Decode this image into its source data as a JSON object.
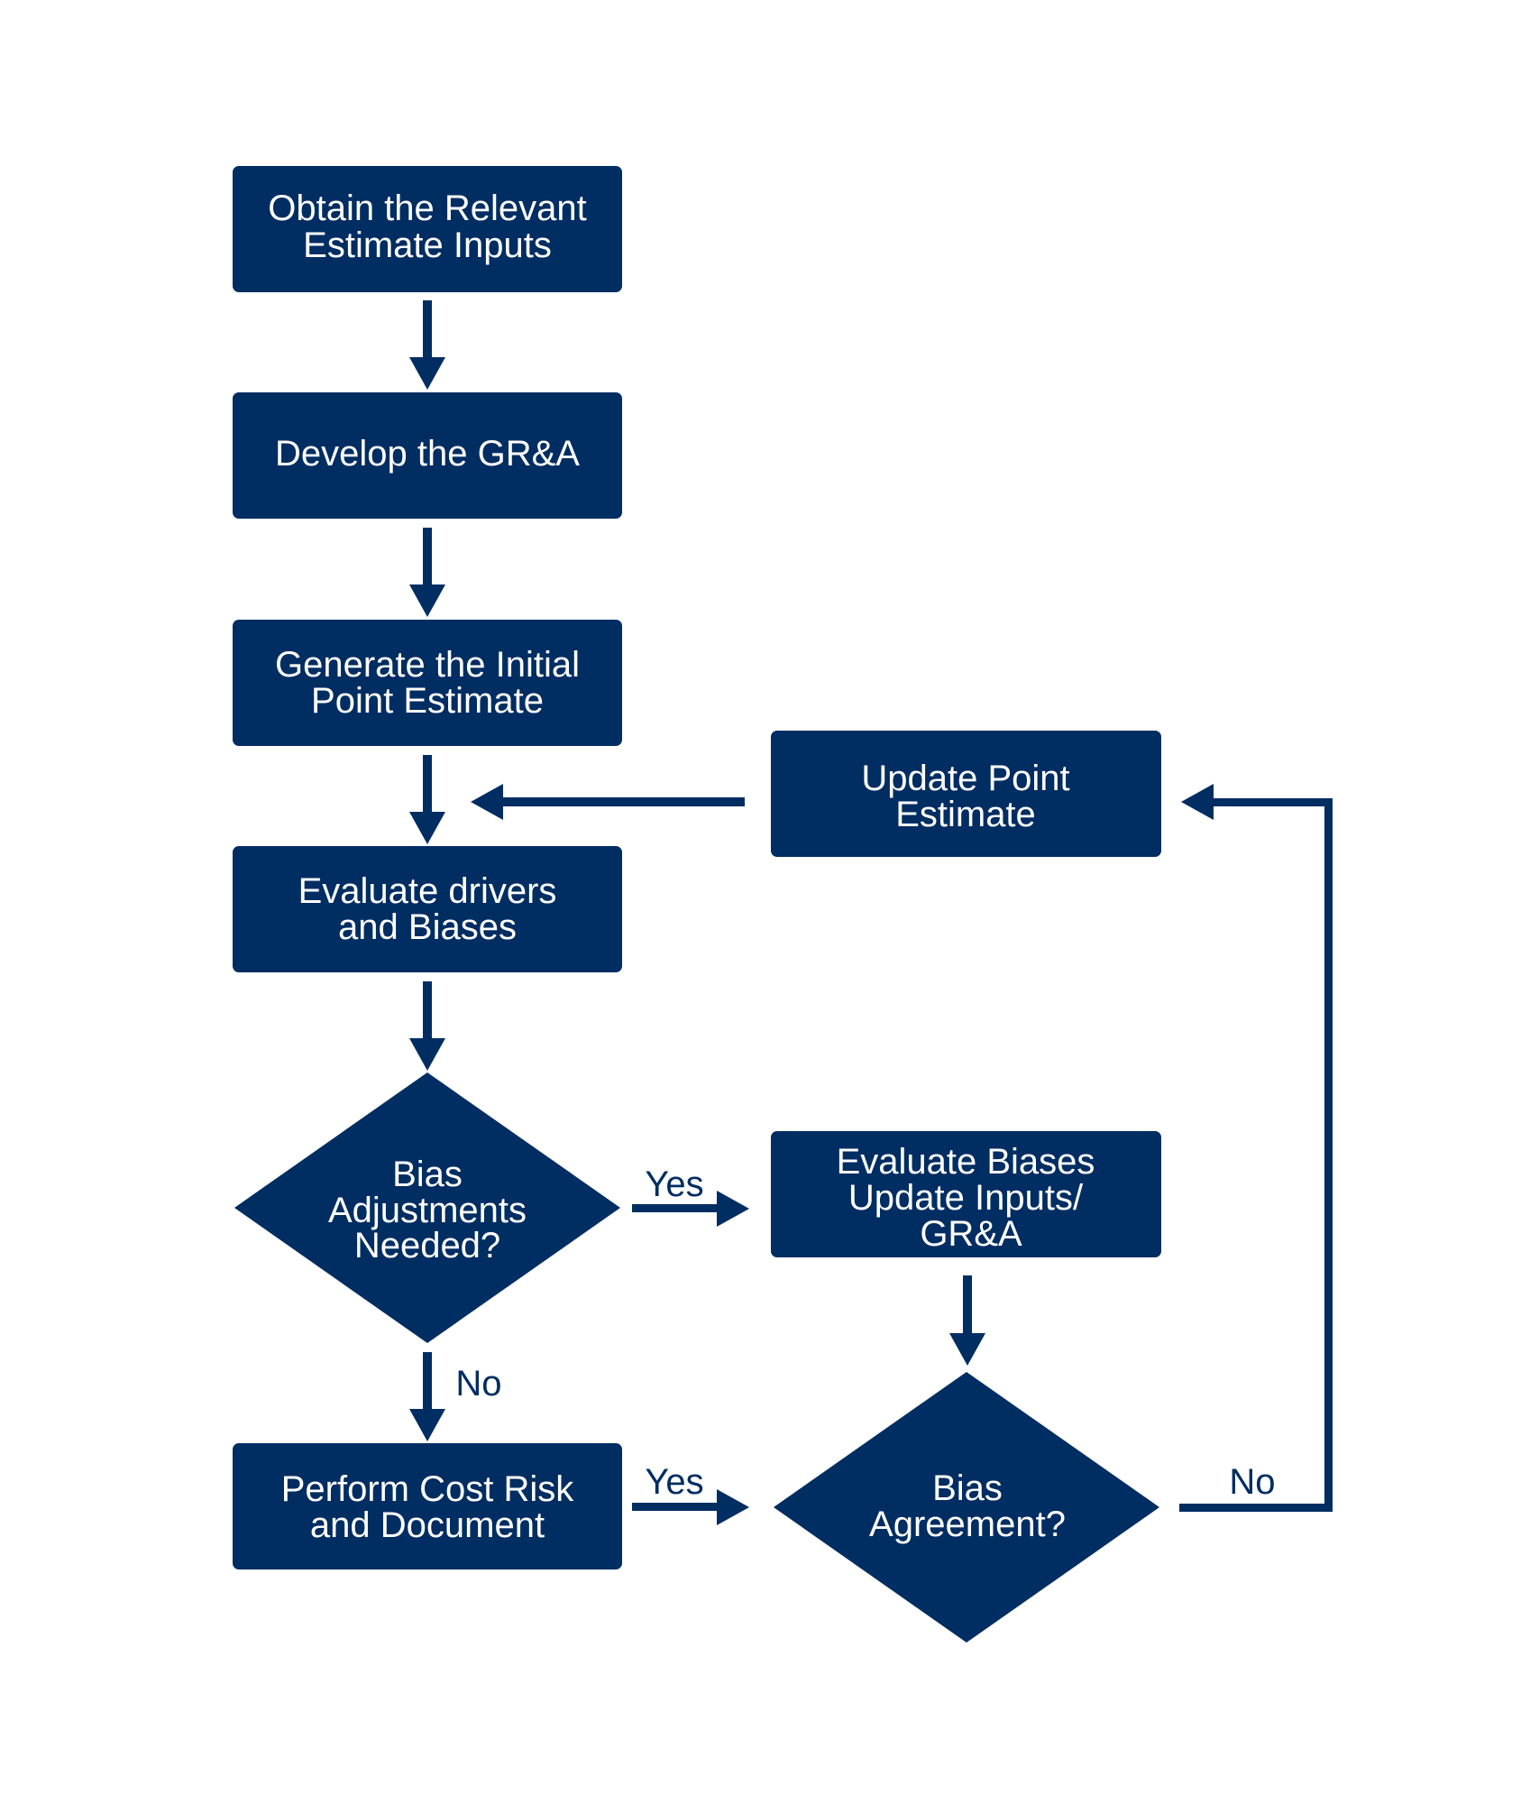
{
  "colors": {
    "node_fill": "#002d62",
    "arrow": "#002d62",
    "node_text": "#ffffff",
    "label_text": "#002d62",
    "background": "#ffffff"
  },
  "nodes": {
    "obtain_inputs": {
      "line1": "Obtain the Relevant",
      "line2": "Estimate Inputs"
    },
    "develop_gra": {
      "line1": "Develop the GR&A"
    },
    "generate_estimate": {
      "line1": "Generate the Initial",
      "line2": "Point Estimate"
    },
    "evaluate_drivers": {
      "line1": "Evaluate drivers",
      "line2": "and Biases"
    },
    "bias_adjustments": {
      "line1": "Bias",
      "line2": "Adjustments",
      "line3": "Needed?"
    },
    "perform_cost_risk": {
      "line1": "Perform Cost Risk",
      "line2": "and Document"
    },
    "update_point_estimate": {
      "line1": "Update Point",
      "line2": "Estimate"
    },
    "evaluate_biases": {
      "line1": "Evaluate Biases",
      "line2": "Update Inputs/",
      "line3": "GR&A"
    },
    "bias_agreement": {
      "line1": "Bias",
      "line2": "Agreement?"
    }
  },
  "edge_labels": {
    "adjust_yes": "Yes",
    "adjust_no": "No",
    "agreement_yes": "Yes",
    "agreement_no": "No"
  }
}
